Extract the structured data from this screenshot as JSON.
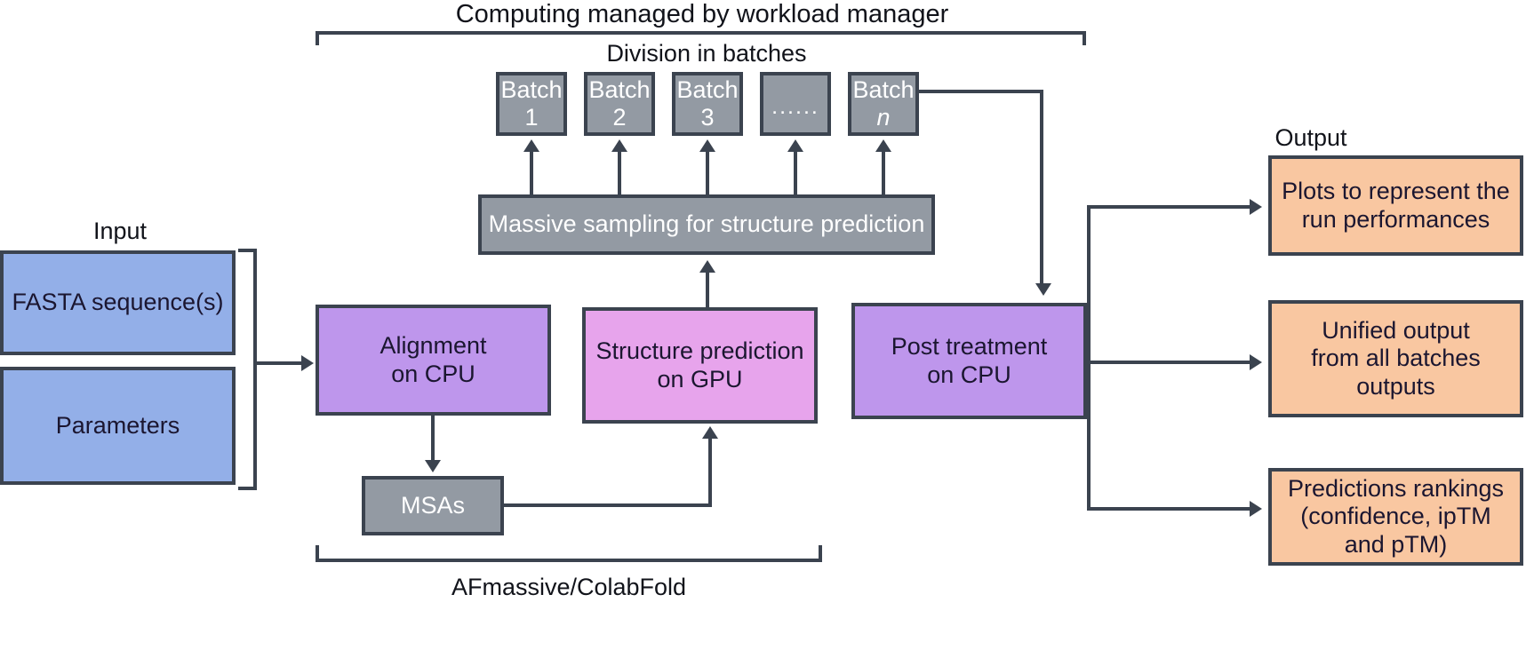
{
  "diagram": {
    "title": "Computing managed by workload manager",
    "section_labels": {
      "division": "Division in batches",
      "input": "Input",
      "output": "Output",
      "framework": "AFmassive/ColabFold"
    },
    "batches": [
      {
        "name": "Batch",
        "index": "1"
      },
      {
        "name": "Batch",
        "index": "2"
      },
      {
        "name": "Batch",
        "index": "3"
      },
      {
        "name": "",
        "index": "......"
      },
      {
        "name": "Batch",
        "index": "n"
      }
    ],
    "nodes": {
      "sampling": "Massive sampling for structure prediction",
      "fasta": "FASTA sequence(s)",
      "parameters": "Parameters",
      "alignment": "Alignment\non CPU",
      "structure_prediction": "Structure prediction\non GPU",
      "post_treatment": "Post treatment\non CPU",
      "msas": "MSAs",
      "out_plots": "Plots to represent the\nrun performances",
      "out_unified": "Unified output\nfrom all batches\noutputs",
      "out_rankings": "Predictions rankings\n(confidence, ipTM\nand pTM)"
    },
    "colors": {
      "input_blue": "#93AFE8",
      "cpu_purple": "#BE96EC",
      "gpu_pink": "#E7A4EC",
      "batch_gray": "#939AA3",
      "output_orange": "#F9C7A1",
      "stroke": "#3b434f",
      "background": "#ffffff"
    }
  }
}
